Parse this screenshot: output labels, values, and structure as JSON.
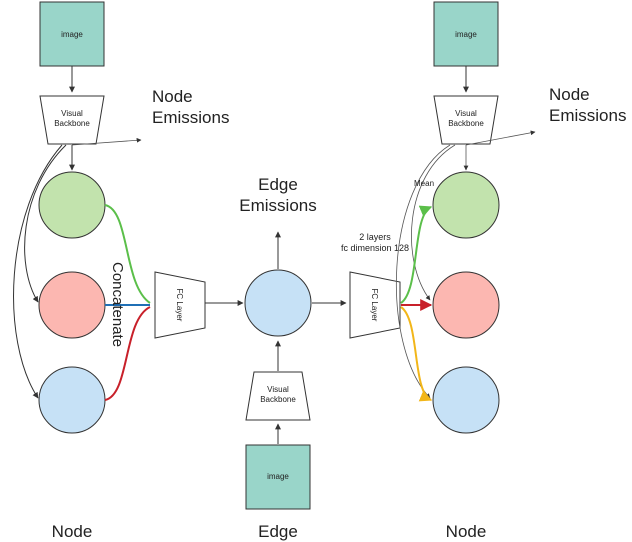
{
  "colors": {
    "image_box": "#99d5c9",
    "node_green": "#c2e3ad",
    "node_red": "#fcb7b1",
    "node_blue": "#c6e1f6",
    "line_green": "#5bbf4a",
    "line_red": "#c8202a",
    "line_blue": "#1f6fb5",
    "line_yellow": "#f2b619"
  },
  "left": {
    "image_label": "image",
    "backbone_label": "Visual\nBackbone",
    "emissions_label": "Node\nEmissions",
    "concat_label": "Concatenate",
    "fc_label": "FC Layer",
    "title": "Node"
  },
  "middle": {
    "emissions_label": "Edge\nEmissions",
    "backbone_label": "Visual\nBackbone",
    "image_label": "image",
    "title": "Edge"
  },
  "right": {
    "image_label": "image",
    "backbone_label": "Visual\nBackbone",
    "emissions_label": "Node\nEmissions",
    "fc_label": "FC Layer",
    "mean_label": "Mean",
    "fc_note": "2 layers\nfc dimension 128",
    "title": "Node"
  }
}
